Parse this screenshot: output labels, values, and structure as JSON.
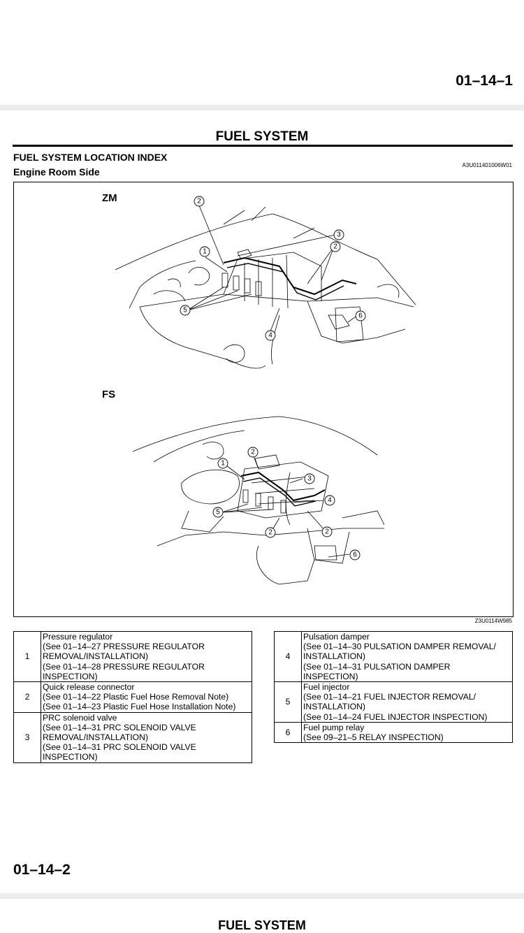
{
  "header": {
    "page_number_top": "01–14–1",
    "page_number_bottom": "01–14–2"
  },
  "section": {
    "title": "FUEL SYSTEM",
    "subtitle": "FUEL SYSTEM LOCATION INDEX",
    "sub_subtitle": "Engine Room Side",
    "doc_code": "A3U011401006W01",
    "next_title": "FUEL SYSTEM"
  },
  "figure": {
    "label_top": "ZM",
    "label_bottom": "FS",
    "figure_code": "Z3U0114W985",
    "callouts_zm": [
      "2",
      "3",
      "2",
      "1",
      "5",
      "4",
      "6"
    ],
    "callouts_fs": [
      "2",
      "1",
      "3",
      "4",
      "5",
      "2",
      "2",
      "6"
    ]
  },
  "index_left": [
    {
      "num": "1",
      "lines": [
        "Pressure regulator",
        "(See 01–14–27 PRESSURE REGULATOR",
        "REMOVAL/INSTALLATION)",
        "(See 01–14–28 PRESSURE REGULATOR",
        "INSPECTION)"
      ]
    },
    {
      "num": "2",
      "lines": [
        "Quick release connector",
        "(See 01–14–22 Plastic Fuel Hose Removal Note)",
        "(See 01–14–23 Plastic Fuel Hose Installation Note)"
      ]
    },
    {
      "num": "3",
      "lines": [
        "PRC solenoid valve",
        "(See 01–14–31 PRC SOLENOID VALVE",
        "REMOVAL/INSTALLATION)",
        "(See 01–14–31 PRC SOLENOID VALVE",
        "INSPECTION)"
      ]
    }
  ],
  "index_right": [
    {
      "num": "4",
      "lines": [
        "Pulsation damper",
        "(See 01–14–30 PULSATION DAMPER REMOVAL/",
        "INSTALLATION)",
        "(See 01–14–31 PULSATION DAMPER",
        "INSPECTION)"
      ]
    },
    {
      "num": "5",
      "lines": [
        "Fuel injector",
        "(See 01–14–21 FUEL INJECTOR REMOVAL/",
        "INSTALLATION)",
        "(See 01–14–24 FUEL INJECTOR INSPECTION)"
      ]
    },
    {
      "num": "6",
      "lines": [
        "Fuel pump relay",
        "(See 09–21–5 RELAY INSPECTION)"
      ]
    }
  ]
}
